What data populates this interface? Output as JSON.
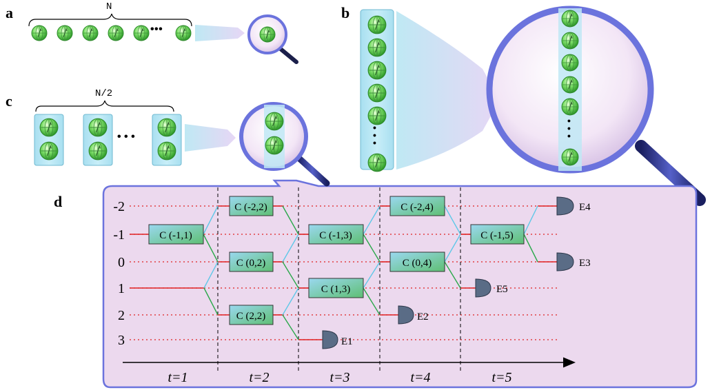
{
  "panel_labels": {
    "a": "a",
    "b": "b",
    "c": "c",
    "d": "d"
  },
  "panel_a": {
    "brace_label": "N"
  },
  "panel_c": {
    "brace_label": "N/2"
  },
  "dots": "• • •",
  "circuit": {
    "rows": [
      "-2",
      "-1",
      "0",
      "1",
      "2",
      "3"
    ],
    "time_labels": [
      "t=1",
      "t=2",
      "t=3",
      "t=4",
      "t=5"
    ],
    "gates": [
      "C (-1,1)",
      "C (-2,2)",
      "C (0,2)",
      "C (2,2)",
      "C (-1,3)",
      "C (1,3)",
      "C (-2,4)",
      "C (0,4)",
      "C (-1,5)"
    ],
    "detectors": [
      "E1",
      "E2",
      "E5",
      "E4",
      "E3"
    ]
  },
  "colors": {
    "qubit": "#7fe06a",
    "column_fill": "#a8dff0",
    "lens_ring": "#6b73dd",
    "panel_bg": "#ecd9ee",
    "red_line": "#e02020",
    "cyan_line": "#5ec8e8",
    "green_line": "#2aa84a",
    "detector": "#5a6c86"
  }
}
